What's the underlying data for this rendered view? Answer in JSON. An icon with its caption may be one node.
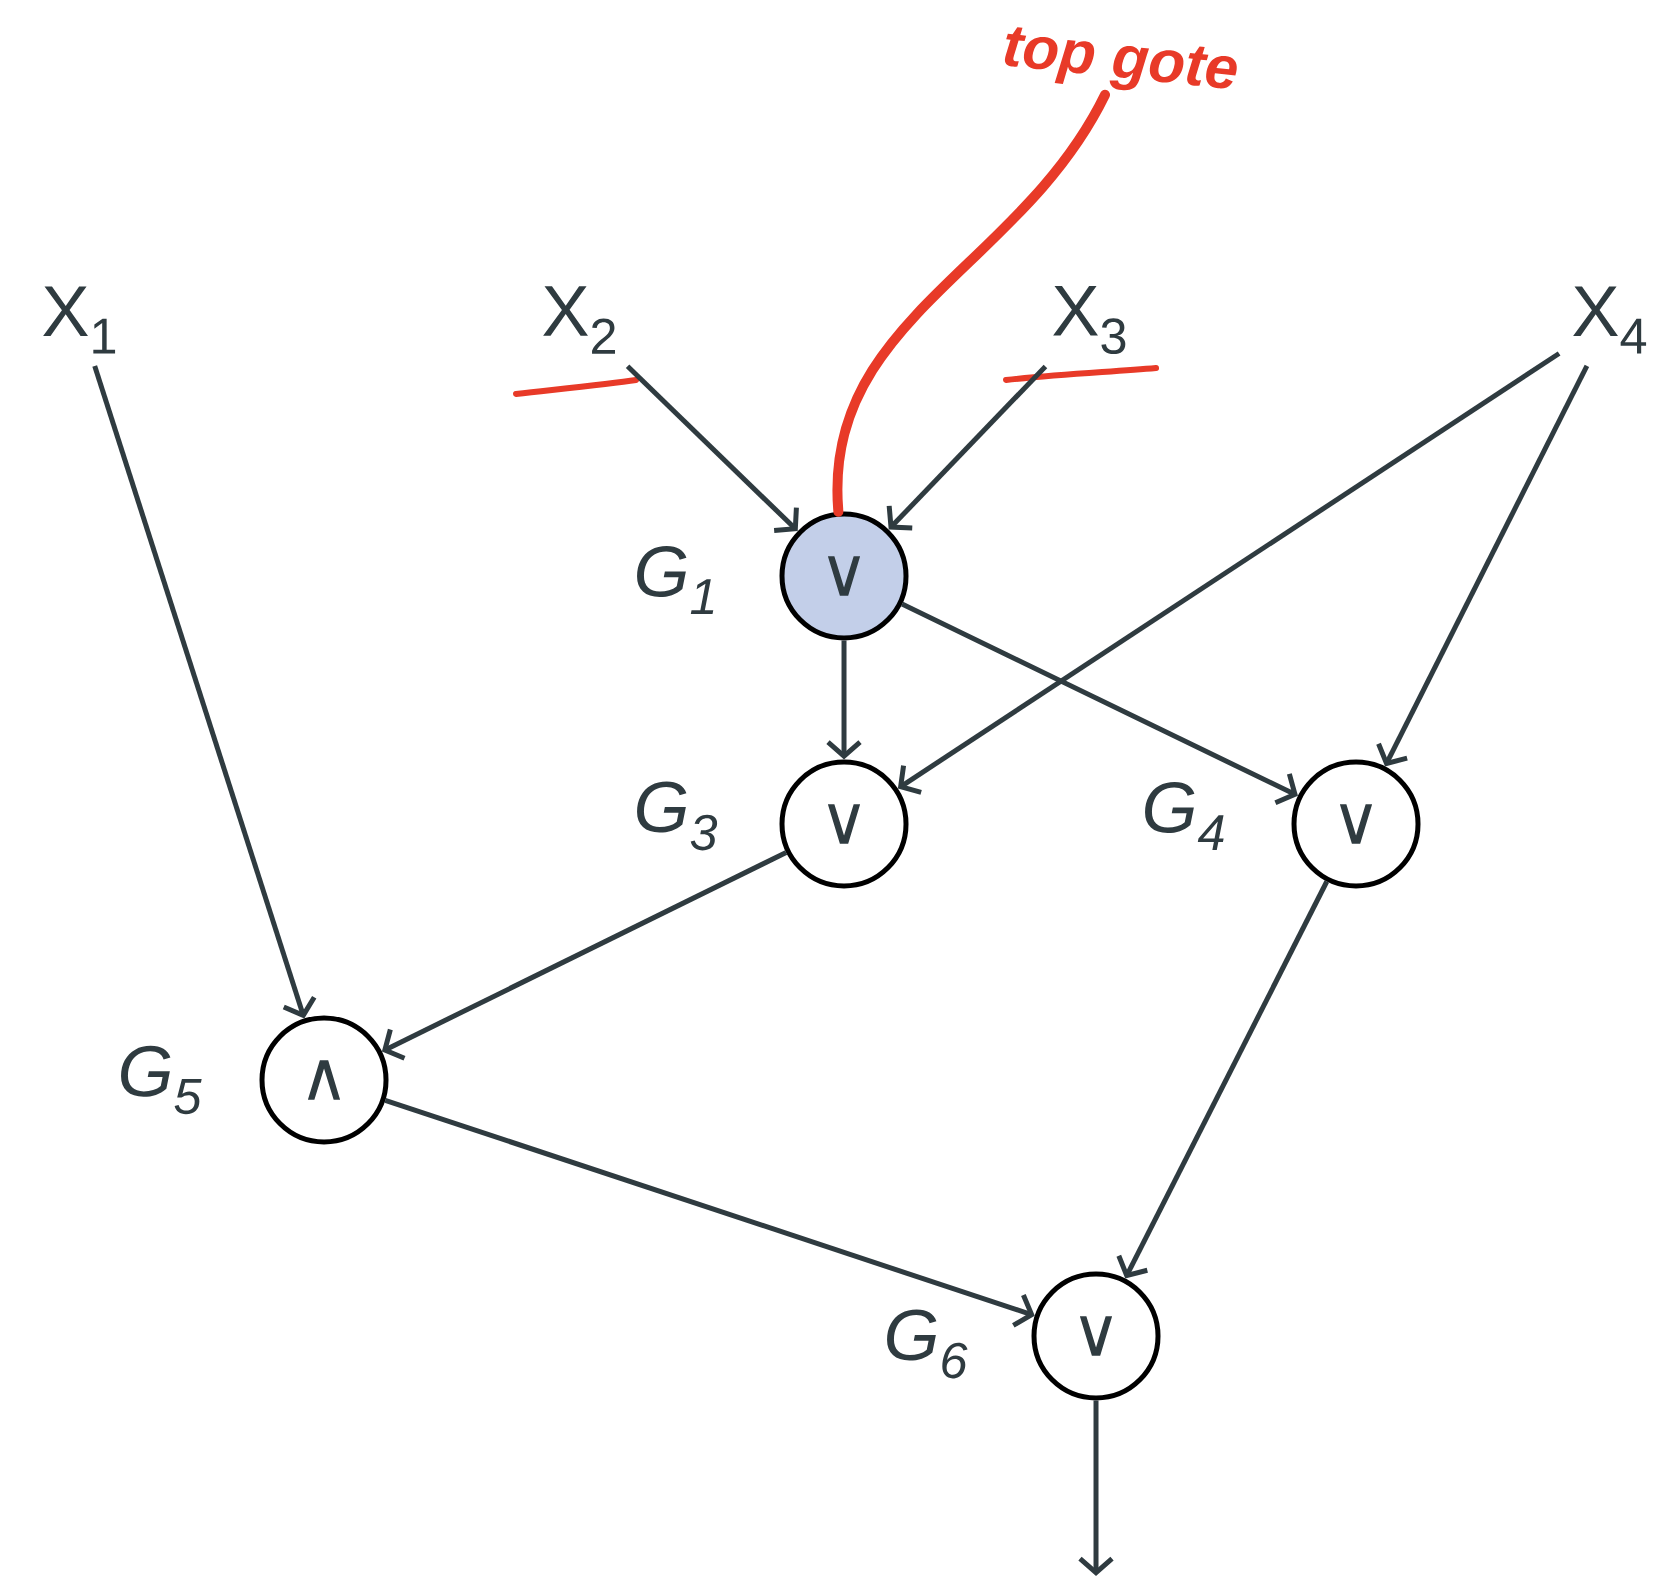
{
  "diagram": {
    "nodes": [
      {
        "text": [
          "X$_{1}$"
        ]
      },
      {
        "text": [
          "X$_{2}$"
        ]
      },
      {
        "text": [
          "X$_{3}$"
        ]
      },
      {
        "text": [
          "X$_{4}$"
        ]
      },
      {
        "text": [
          "∨"
        ],
        "beside": [
          "G$_{1}$"
        ]
      },
      {
        "text": [
          "∨"
        ],
        "beside": [
          "G$_{3}$"
        ]
      },
      {
        "text": [
          "∨"
        ],
        "beside": [
          "G$_{4}$"
        ]
      },
      {
        "text": [
          "∧"
        ],
        "beside": [
          "G$_{5}$"
        ]
      },
      {
        "text": [
          "∨"
        ],
        "beside": [
          "G$_{6}$"
        ]
      },
      {
        "text": [
          "top gote"
        ]
      }
    ],
    "edges": [
      {
        "from": 1,
        "to": 4,
        "arrow": "to"
      },
      {
        "from": 2,
        "to": 4,
        "arrow": "to"
      },
      {
        "from": 3,
        "to": 5,
        "arrow": "to"
      },
      {
        "from": 3,
        "to": 6,
        "arrow": "to"
      },
      {
        "from": 4,
        "to": 5,
        "arrow": "to"
      },
      {
        "from": 4,
        "to": 6,
        "arrow": "to"
      },
      {
        "from": 0,
        "to": 7,
        "arrow": "to"
      },
      {
        "from": 5,
        "to": 7,
        "arrow": "to"
      },
      {
        "from": 6,
        "to": 8,
        "arrow": "to"
      },
      {
        "from": 7,
        "to": 8,
        "arrow": "to"
      },
      {
        "from": 8,
        "to": null,
        "arrow": "to"
      },
      {
        "from": 9,
        "to": 4,
        "arrow": "none",
        "color": "#e83a28",
        "style": "thick"
      }
    ]
  }
}
